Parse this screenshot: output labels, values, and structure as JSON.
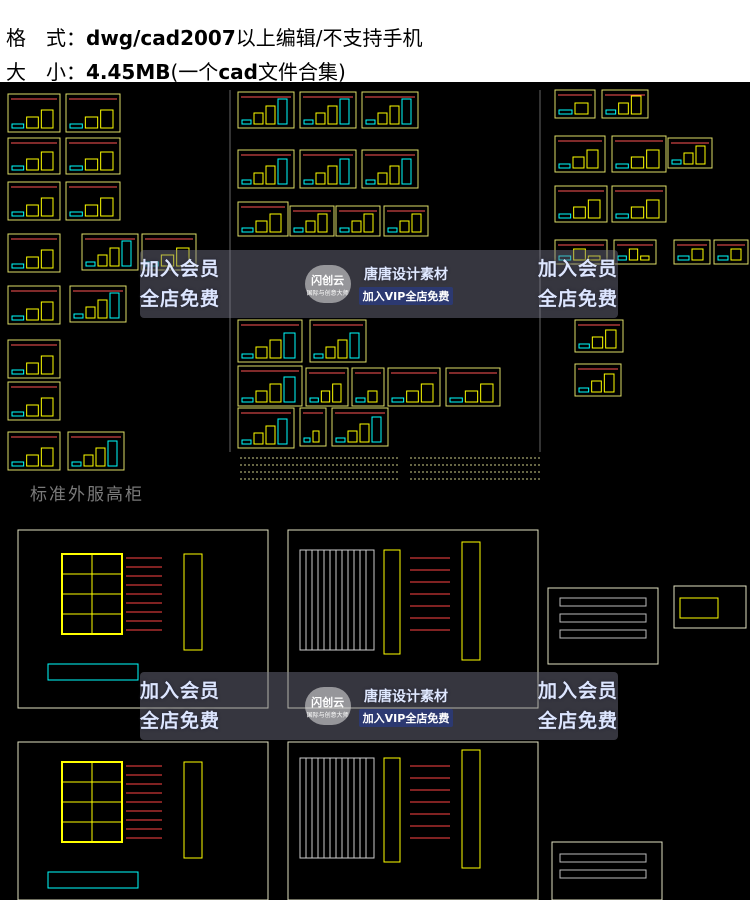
{
  "header": {
    "line1_label": "格　式：",
    "line1_value": "dwg/cad2007",
    "line1_rest": "以上编辑/不支持手机",
    "line2_label": "大　小：",
    "line2_value": "4.45MB",
    "line2_rest": "(一个",
    "line2_bold2": "cad",
    "line2_rest2": "文件合集)"
  },
  "watermark": {
    "left_line1": "加入会员",
    "left_line2": "全店免费",
    "logo_text": "闪创云",
    "logo_sub": "国际与创意大师",
    "tag1": "唐唐设计素材",
    "tag2": "加入VIP全店免费",
    "right_line1": "加入会员",
    "right_line2": "全店免费"
  },
  "drawing_caption": "标准外服高柜",
  "colors": {
    "frame": "#ffff00",
    "accent": "#00ffff",
    "background": "#000000"
  }
}
